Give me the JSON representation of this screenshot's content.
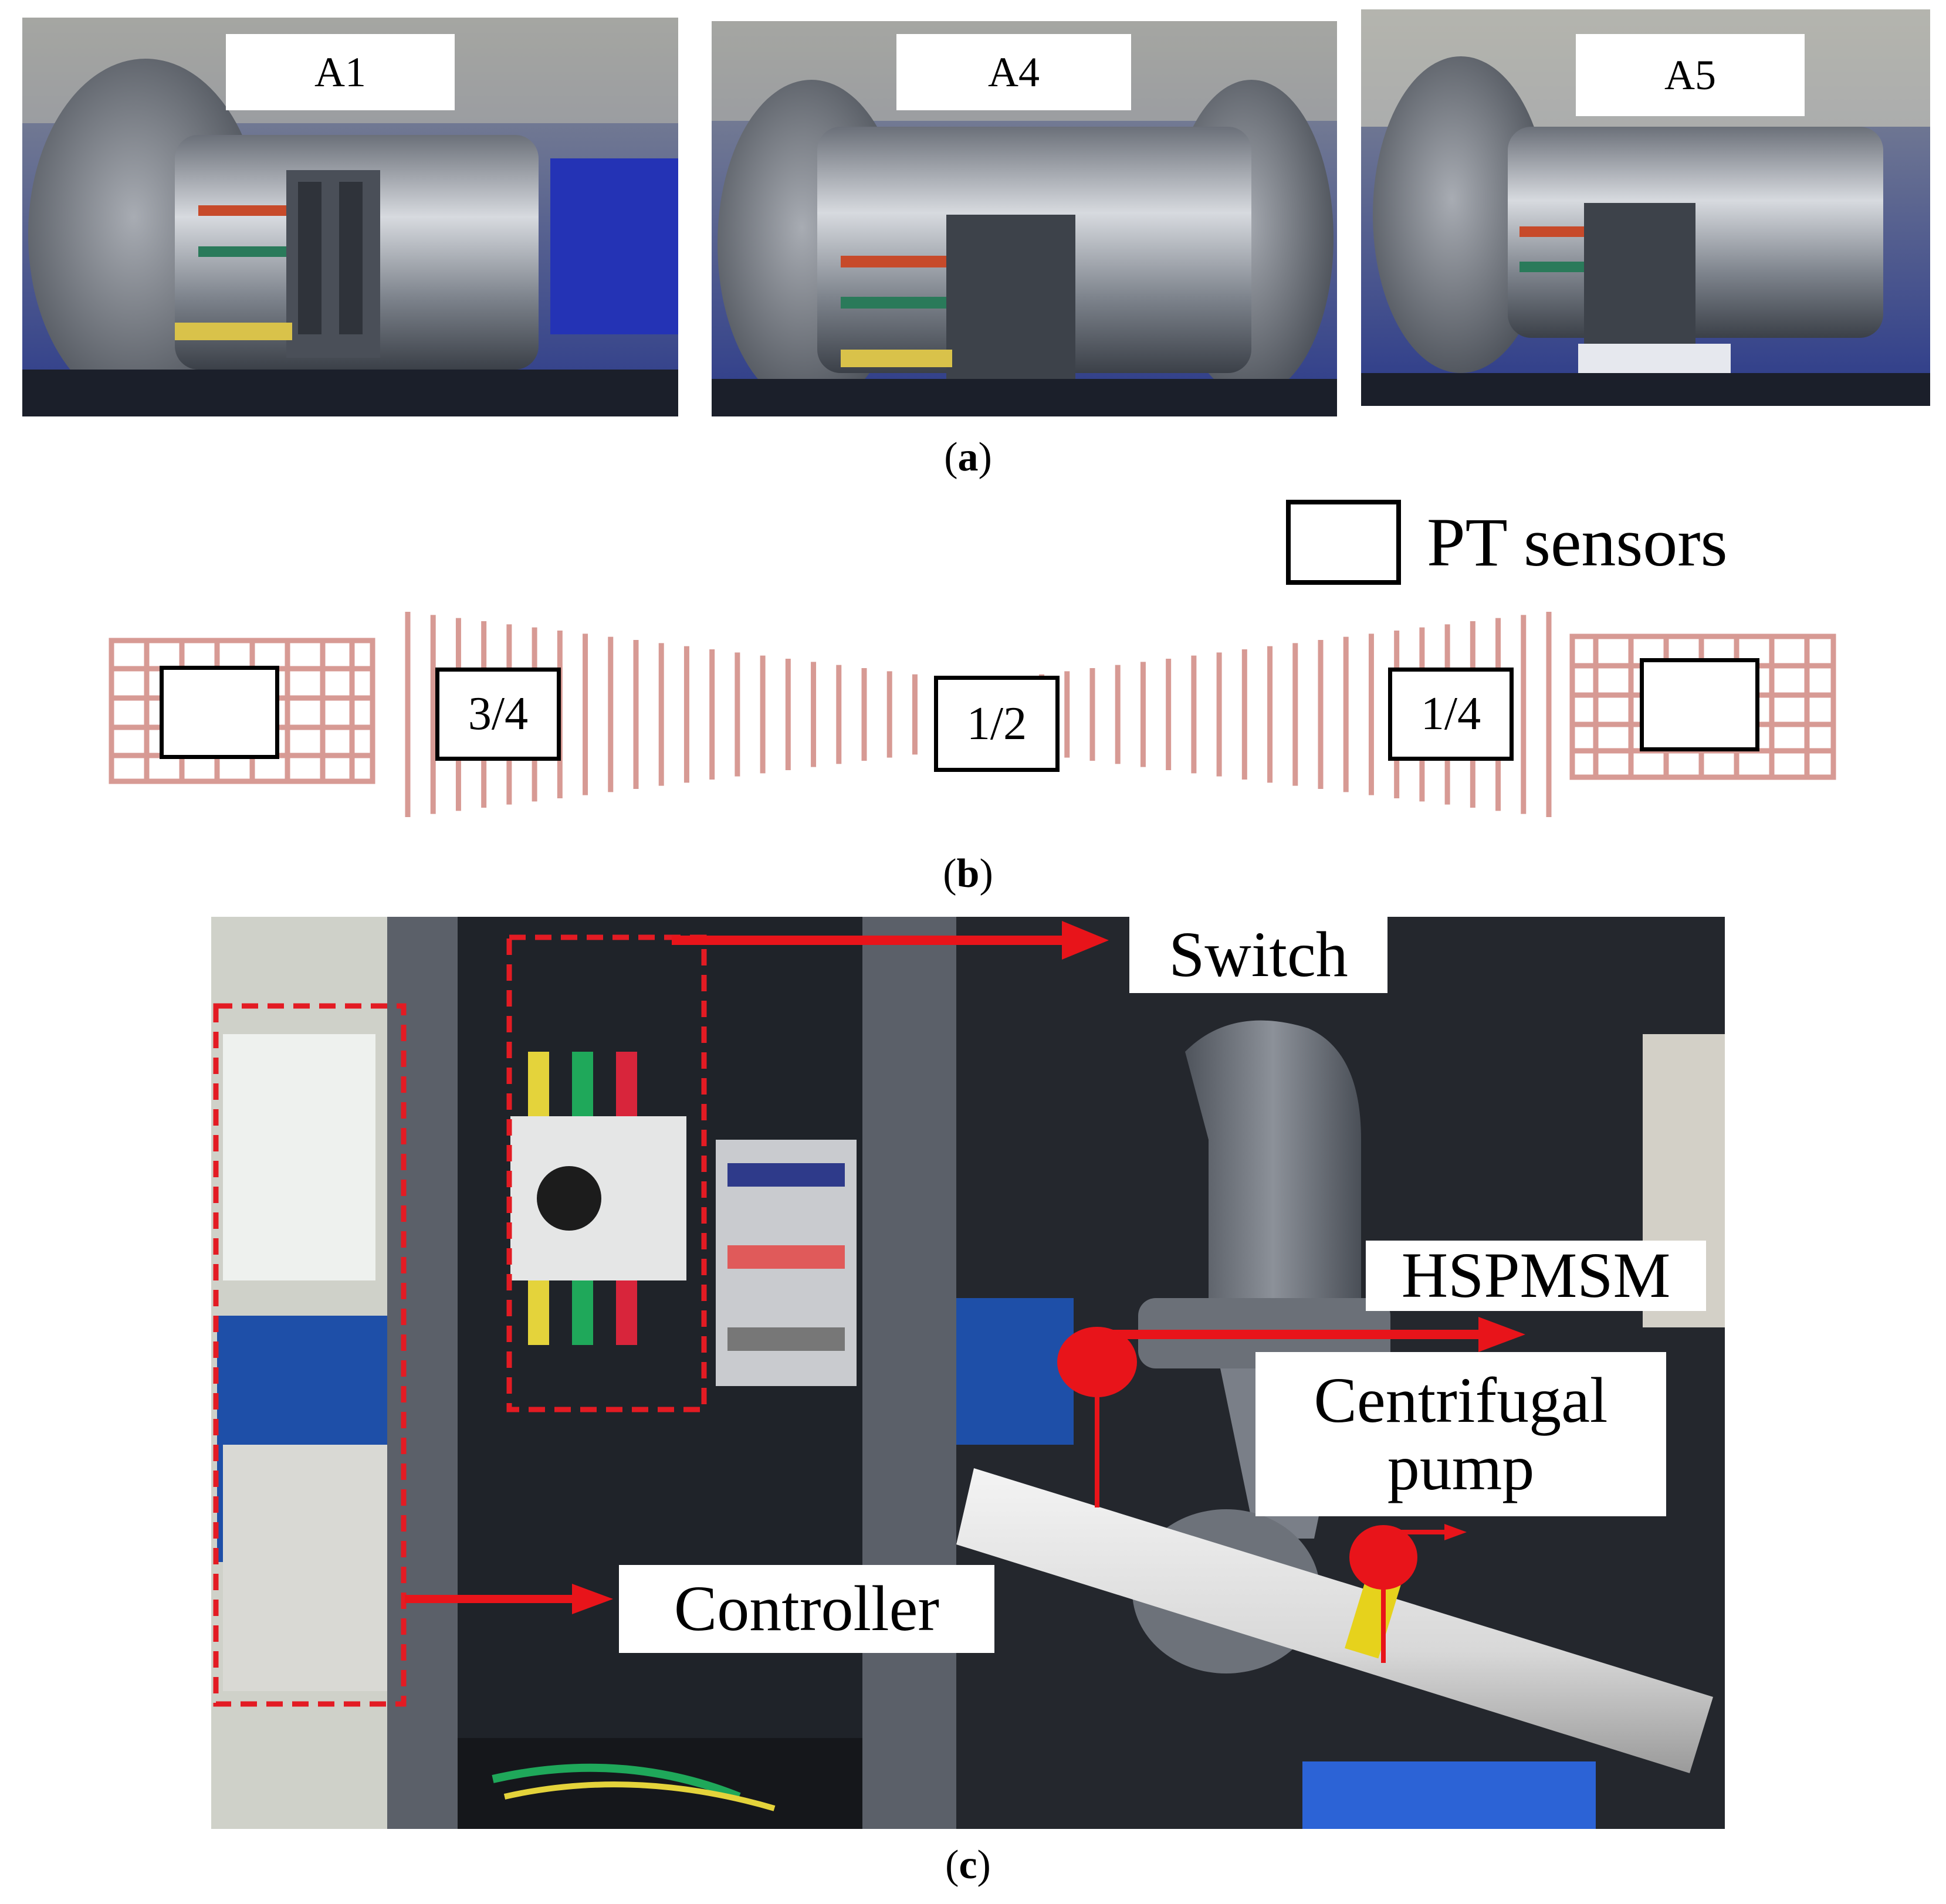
{
  "panel_a": {
    "photos": [
      {
        "label": "A1"
      },
      {
        "label": "A4"
      },
      {
        "label": "A5"
      }
    ],
    "caption_letter": "a"
  },
  "panel_b": {
    "legend_label": "PT sensors",
    "positions": [
      "3/4",
      "1/2",
      "1/4"
    ],
    "caption_letter": "b",
    "colors": {
      "slot": "#d79a94",
      "sensor_border": "#000000"
    }
  },
  "panel_c": {
    "callouts": {
      "switch": "Switch",
      "hspmsm": "HSPMSM",
      "centrifugal_pump": "Centrifugal\npump",
      "controller": "Controller"
    },
    "caption_letter": "c",
    "colors": {
      "arrow": "#e8141a",
      "dashed_box": "#e31b23"
    }
  }
}
